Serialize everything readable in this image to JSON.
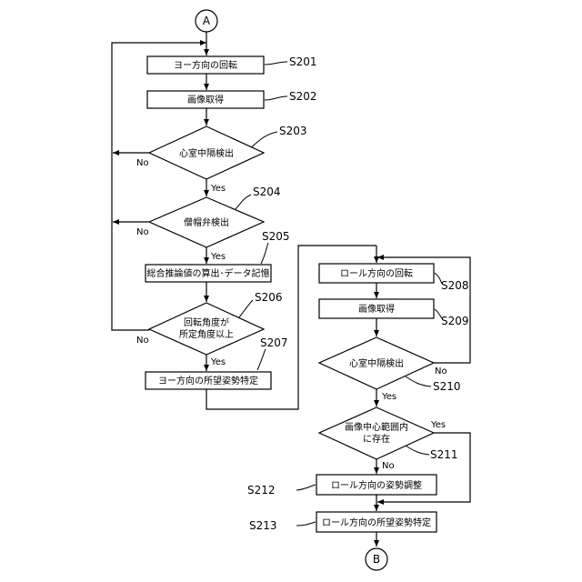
{
  "connectors": {
    "top": "A",
    "bottom": "B"
  },
  "steps": {
    "s201": {
      "id": "S201",
      "text": "ヨー方向の回転"
    },
    "s202": {
      "id": "S202",
      "text": "画像取得"
    },
    "s203": {
      "id": "S203",
      "text": "心室中隔検出"
    },
    "s204": {
      "id": "S204",
      "text": "僧帽弁検出"
    },
    "s205": {
      "id": "S205",
      "text": "総合推論値の算出･データ記憶"
    },
    "s206": {
      "id": "S206",
      "line1": "回転角度が",
      "line2": "所定角度以上"
    },
    "s207": {
      "id": "S207",
      "text": "ヨー方向の所望姿勢特定"
    },
    "s208": {
      "id": "S208",
      "text": "ロール方向の回転"
    },
    "s209": {
      "id": "S209",
      "text": "画像取得"
    },
    "s210": {
      "id": "S210",
      "text": "心室中隔検出"
    },
    "s211": {
      "id": "S211",
      "line1": "画像中心範囲内",
      "line2": "に存在"
    },
    "s212": {
      "id": "S212",
      "text": "ロール方向の姿勢調整"
    },
    "s213": {
      "id": "S213",
      "text": "ロール方向の所望姿勢特定"
    }
  },
  "branch": {
    "yes": "Yes",
    "no": "No"
  }
}
